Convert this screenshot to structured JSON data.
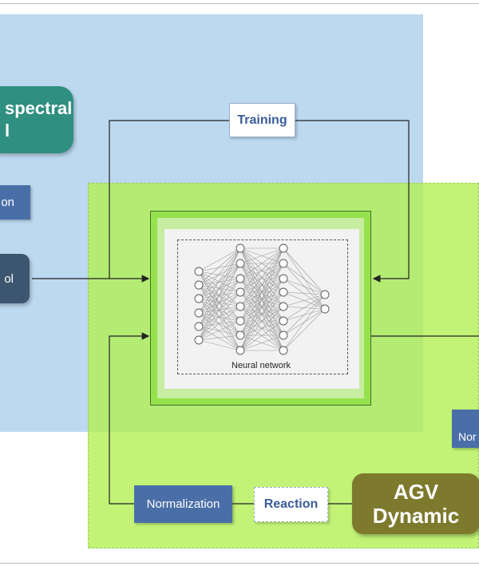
{
  "nodes": {
    "teal_label_line1": "spectral",
    "teal_label_line2": "l",
    "blue_small_left": "on",
    "dark_slate_label": "ol",
    "training": "Training",
    "neural_network_caption": "Neural network",
    "normalization": "Normalization",
    "reaction": "Reaction",
    "agv_line1": "AGV",
    "agv_line2": "Dynamic",
    "right_partial": "Nor"
  },
  "colors": {
    "blue_region": "#bdd9f0",
    "green_region": "#b1f050",
    "teal": "#2f8f80",
    "blue_box": "#4a6fa8",
    "agv": "#7d7a2e",
    "label_text": "#3b5c9a"
  },
  "network": {
    "layers": [
      6,
      8,
      8,
      2
    ]
  }
}
